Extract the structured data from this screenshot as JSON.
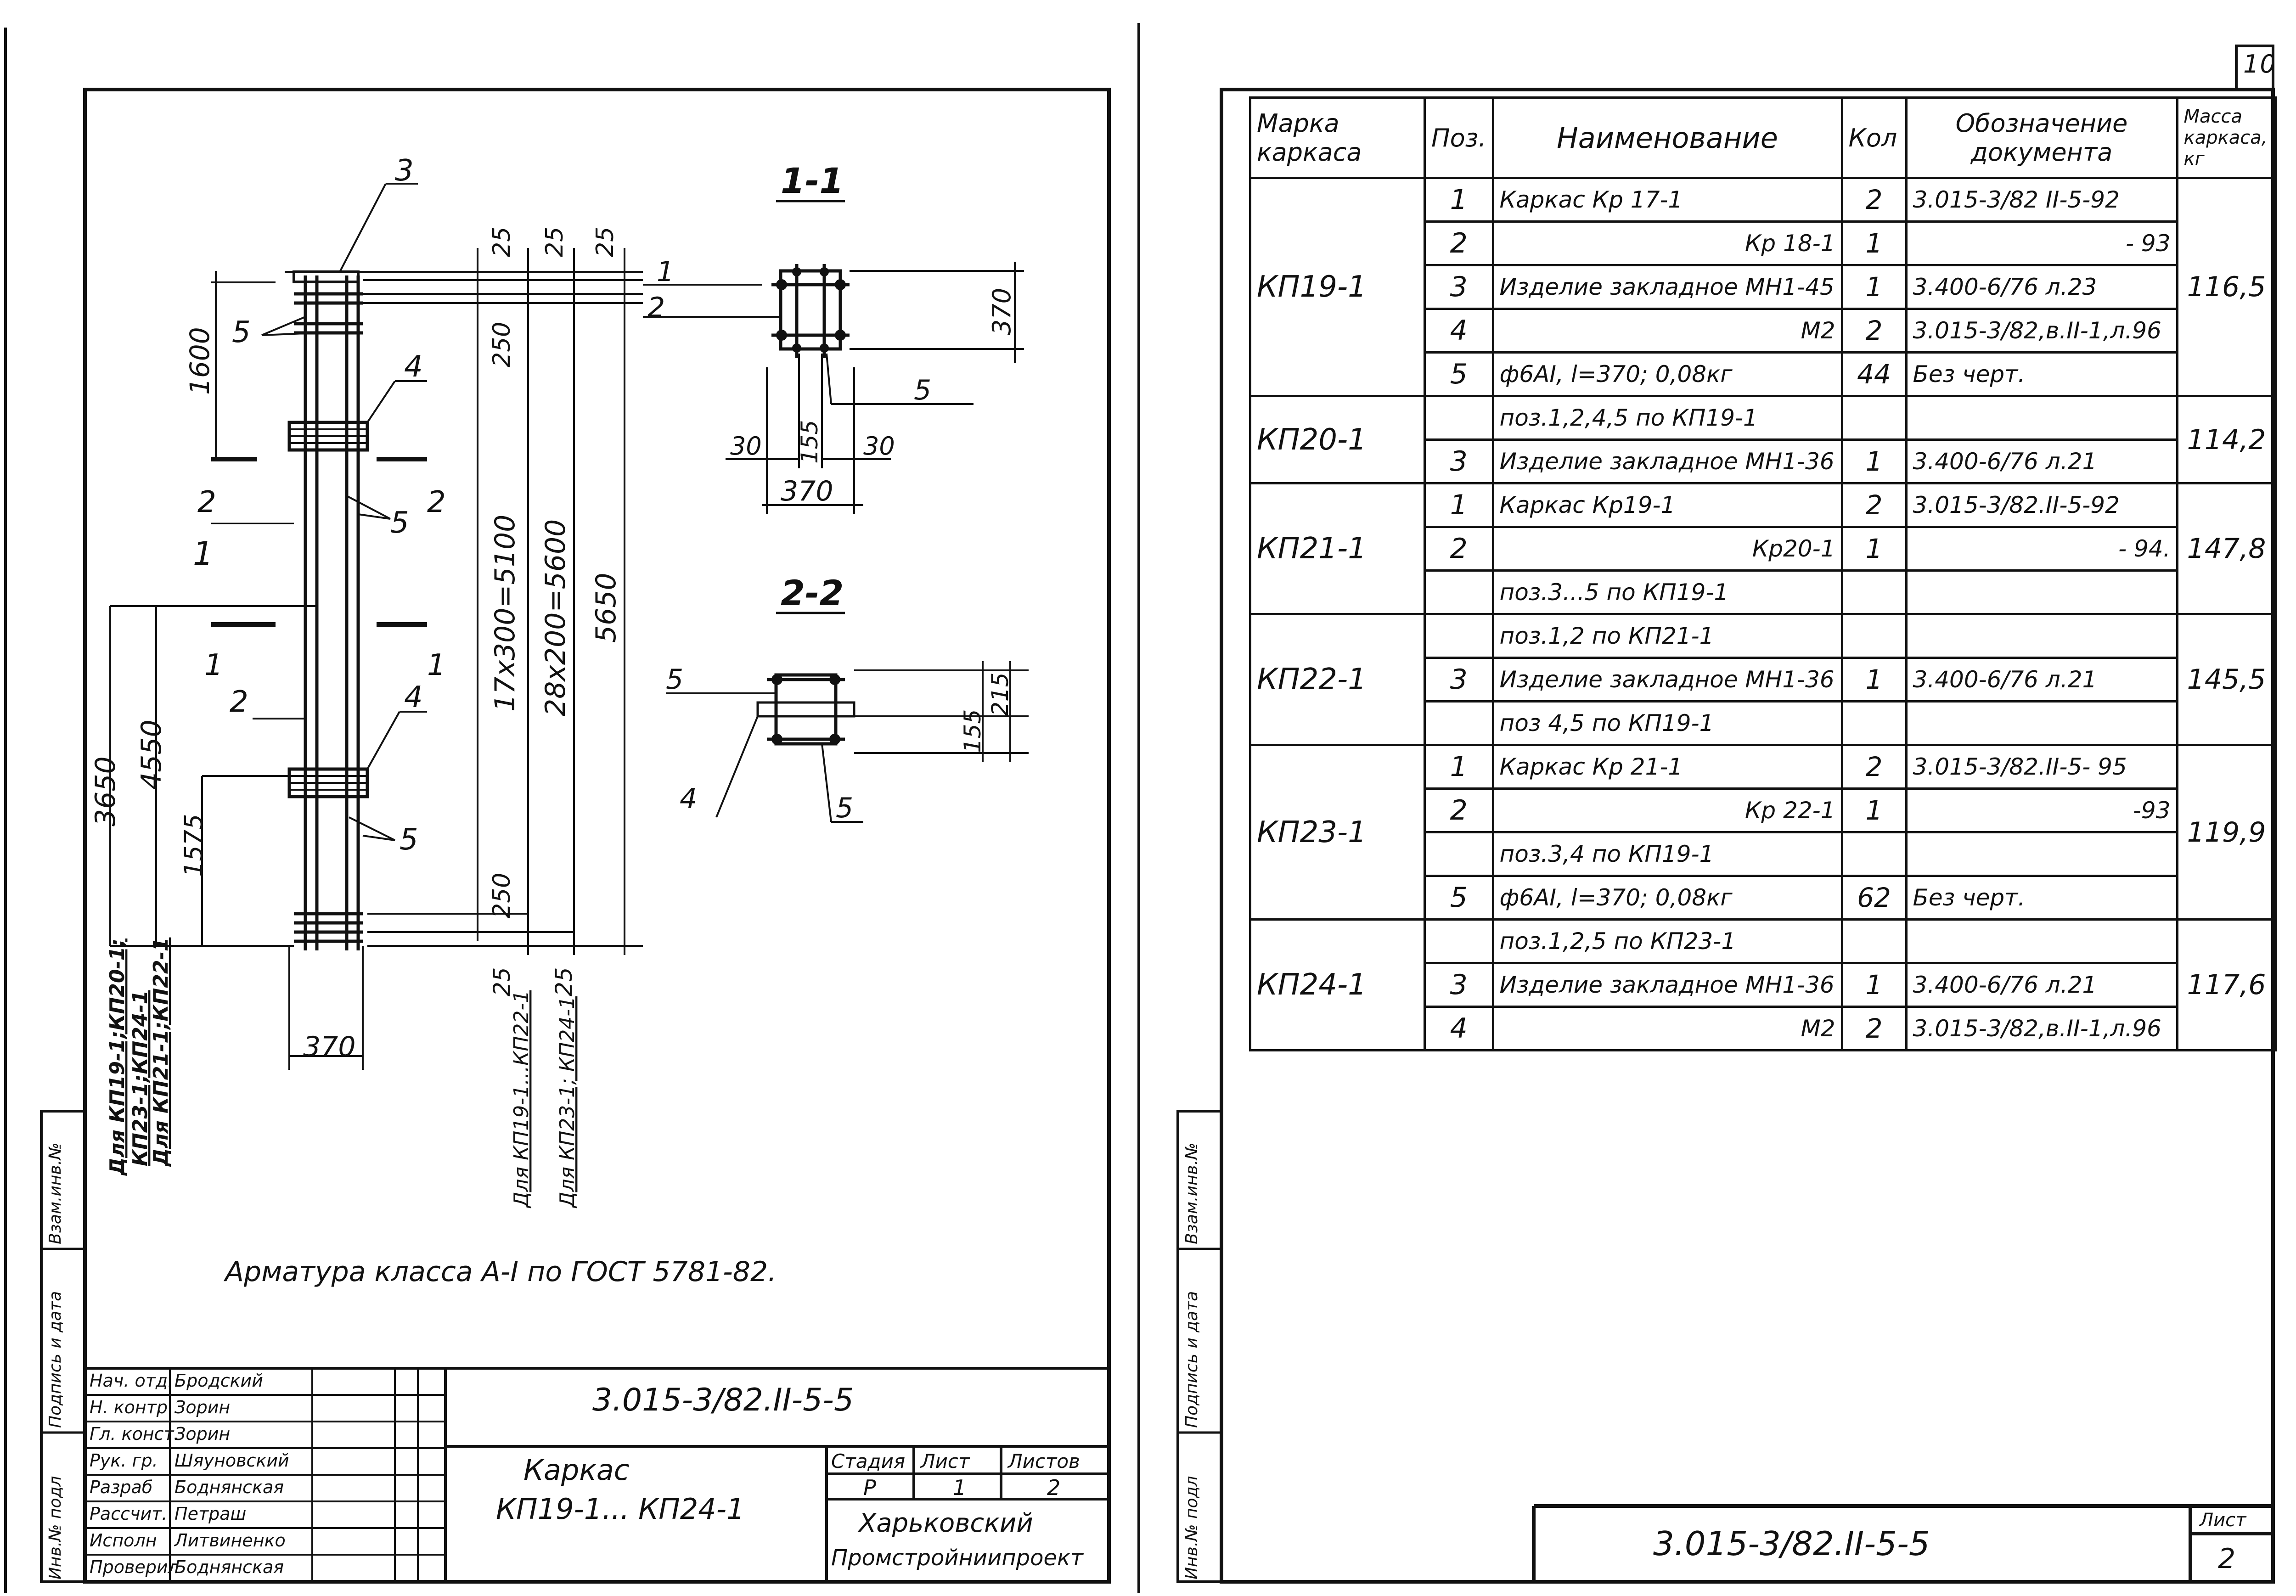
{
  "sheet_number_corner": "10",
  "drawing": {
    "section_1": "1-1",
    "section_2": "2-2",
    "positions": [
      "1",
      "2",
      "3",
      "4",
      "5"
    ],
    "dims": {
      "d25a": "25",
      "d25b": "25",
      "d25c": "25",
      "d250a": "250",
      "d250b": "250",
      "d1600": "1600",
      "d17x300": "17x300=5100",
      "d28x200": "28x200=5600",
      "d5650": "5650",
      "d3650": "3650",
      "d4550": "4550",
      "d1575": "1575",
      "d370_bottom": "370",
      "d25_bottom_a": "25",
      "d25_bottom_b": "25",
      "s1_370_right": "370",
      "s1_370_bottom": "370",
      "s1_30a": "30",
      "s1_30b": "30",
      "s1_155": "155",
      "s2_215": "215",
      "s2_155": "155"
    },
    "section_marks": {
      "m1": "1",
      "m2": "2"
    },
    "note_left_a": "Для КП19-1;КП20-1;",
    "note_left_b": "КП23-1;КП24-1",
    "note_left_c": "Для КП21-1;КП22-1",
    "note_mid_a": "Для КП19-1...КП22-1",
    "note_mid_b": "Для КП23-1; КП24-1",
    "armature_note": "Арматура  класса А-I  по ГОСТ 5781-82."
  },
  "title_block_left": {
    "roles": [
      {
        "role": "Нач. отд.",
        "name": "Бродский"
      },
      {
        "role": "Н. контр",
        "name": "Зорин"
      },
      {
        "role": "Гл. конст.",
        "name": "Зорин"
      },
      {
        "role": "Рук. гр.",
        "name": "Шяуновский"
      },
      {
        "role": "Разраб",
        "name": "Боднянская"
      },
      {
        "role": "Рассчит.",
        "name": "Петраш"
      },
      {
        "role": "Исполн",
        "name": "Литвиненко"
      },
      {
        "role": "Проверил",
        "name": "Боднянская"
      }
    ],
    "doc_code": "3.015-3/82.II-5-5",
    "title_line1": "Каркас",
    "title_line2": "КП19-1... КП24-1",
    "stage_label": "Стадия",
    "sheet_label": "Лист",
    "sheets_label": "Листов",
    "stage": "Р",
    "sheet": "1",
    "sheets": "2",
    "org_line1": "Харьковский",
    "org_line2": "Промстройниипроект"
  },
  "side_stamp": {
    "inv_podl": "Инв.№ подл",
    "podpis": "Подпись и дата",
    "vzam": "Взам.инв.№"
  },
  "spec_table": {
    "headers": {
      "mark": "Марка каркаса",
      "pos": "Поз.",
      "name": "Наименование",
      "qty": "Кол",
      "doc": "Обозначение документа",
      "mass": "Масса каркаса, кг"
    },
    "groups": [
      {
        "mark": "КП19-1",
        "mass": "116,5",
        "rows": [
          {
            "pos": "1",
            "name": "Каркас        Кр 17-1",
            "qty": "2",
            "doc": "3.015-3/82 II-5-92"
          },
          {
            "pos": "2",
            "name": "Кр 18-1",
            "qty": "1",
            "doc": "- 93"
          },
          {
            "pos": "3",
            "name": "Изделие закладное МН1-45",
            "qty": "1",
            "doc": "3.400-6/76 л.23"
          },
          {
            "pos": "4",
            "name": "М2",
            "qty": "2",
            "doc": "3.015-3/82,в.II-1,л.96"
          },
          {
            "pos": "5",
            "name": "ф6АI, l=370;  0,08кг",
            "qty": "44",
            "doc": "Без черт."
          }
        ]
      },
      {
        "mark": "КП20-1",
        "mass": "114,2",
        "rows": [
          {
            "pos": "",
            "name": "поз.1,2,4,5 по КП19-1",
            "qty": "",
            "doc": ""
          },
          {
            "pos": "3",
            "name": "Изделие закладное МН1-36",
            "qty": "1",
            "doc": "3.400-6/76  л.21"
          }
        ]
      },
      {
        "mark": "КП21-1",
        "mass": "147,8",
        "rows": [
          {
            "pos": "1",
            "name": "Каркас          Кр19-1",
            "qty": "2",
            "doc": "3.015-3/82.II-5-92"
          },
          {
            "pos": "2",
            "name": "Кр20-1",
            "qty": "1",
            "doc": "- 94."
          },
          {
            "pos": "",
            "name": "поз.3...5 по КП19-1",
            "qty": "",
            "doc": ""
          }
        ]
      },
      {
        "mark": "КП22-1",
        "mass": "145,5",
        "rows": [
          {
            "pos": "",
            "name": "поз.1,2 по  КП21-1",
            "qty": "",
            "doc": ""
          },
          {
            "pos": "3",
            "name": "Изделие закладное МН1-36",
            "qty": "1",
            "doc": "3.400-6/76  л.21"
          },
          {
            "pos": "",
            "name": "поз 4,5  по  КП19-1",
            "qty": "",
            "doc": ""
          }
        ]
      },
      {
        "mark": "КП23-1",
        "mass": "119,9",
        "rows": [
          {
            "pos": "1",
            "name": "Каркас        Кр 21-1",
            "qty": "2",
            "doc": "3.015-3/82.II-5- 95"
          },
          {
            "pos": "2",
            "name": "Кр 22-1",
            "qty": "1",
            "doc": "-93"
          },
          {
            "pos": "",
            "name": "поз.3,4  по КП19-1",
            "qty": "",
            "doc": ""
          },
          {
            "pos": "5",
            "name": "ф6АI, l=370;  0,08кг",
            "qty": "62",
            "doc": "Без черт."
          }
        ]
      },
      {
        "mark": "КП24-1",
        "mass": "117,6",
        "rows": [
          {
            "pos": "",
            "name": "поз.1,2,5 по КП23-1",
            "qty": "",
            "doc": ""
          },
          {
            "pos": "3",
            "name": "Изделие закладное МН1-36",
            "qty": "1",
            "doc": "3.400-6/76 л.21"
          },
          {
            "pos": "4",
            "name": "М2",
            "qty": "2",
            "doc": "3.015-3/82,в.II-1,л.96"
          }
        ]
      }
    ]
  },
  "title_block_right": {
    "doc_code": "3.015-3/82.II-5-5",
    "sheet_label": "Лист",
    "sheet": "2"
  }
}
